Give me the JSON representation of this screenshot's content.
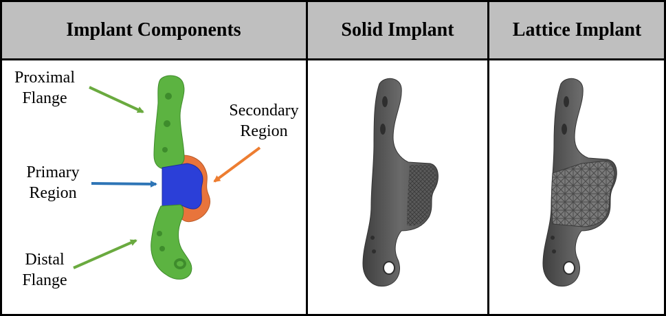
{
  "headers": {
    "components": "Implant Components",
    "solid": "Solid Implant",
    "lattice": "Lattice Implant"
  },
  "labels": {
    "proximal_line1": "Proximal",
    "proximal_line2": "Flange",
    "secondary_line1": "Secondary",
    "secondary_line2": "Region",
    "primary_line1": "Primary",
    "primary_line2": "Region",
    "distal_line1": "Distal",
    "distal_line2": "Flange"
  },
  "colors": {
    "header_bg": "#bfbfbf",
    "flange": "#5cb341",
    "primary_region": "#2b3fd8",
    "secondary_region": "#e8743b",
    "arrow_green": "#6aaa3f",
    "arrow_blue": "#2e75b6",
    "arrow_orange": "#ed7d31",
    "implant_gray": "#5e5e5e"
  }
}
